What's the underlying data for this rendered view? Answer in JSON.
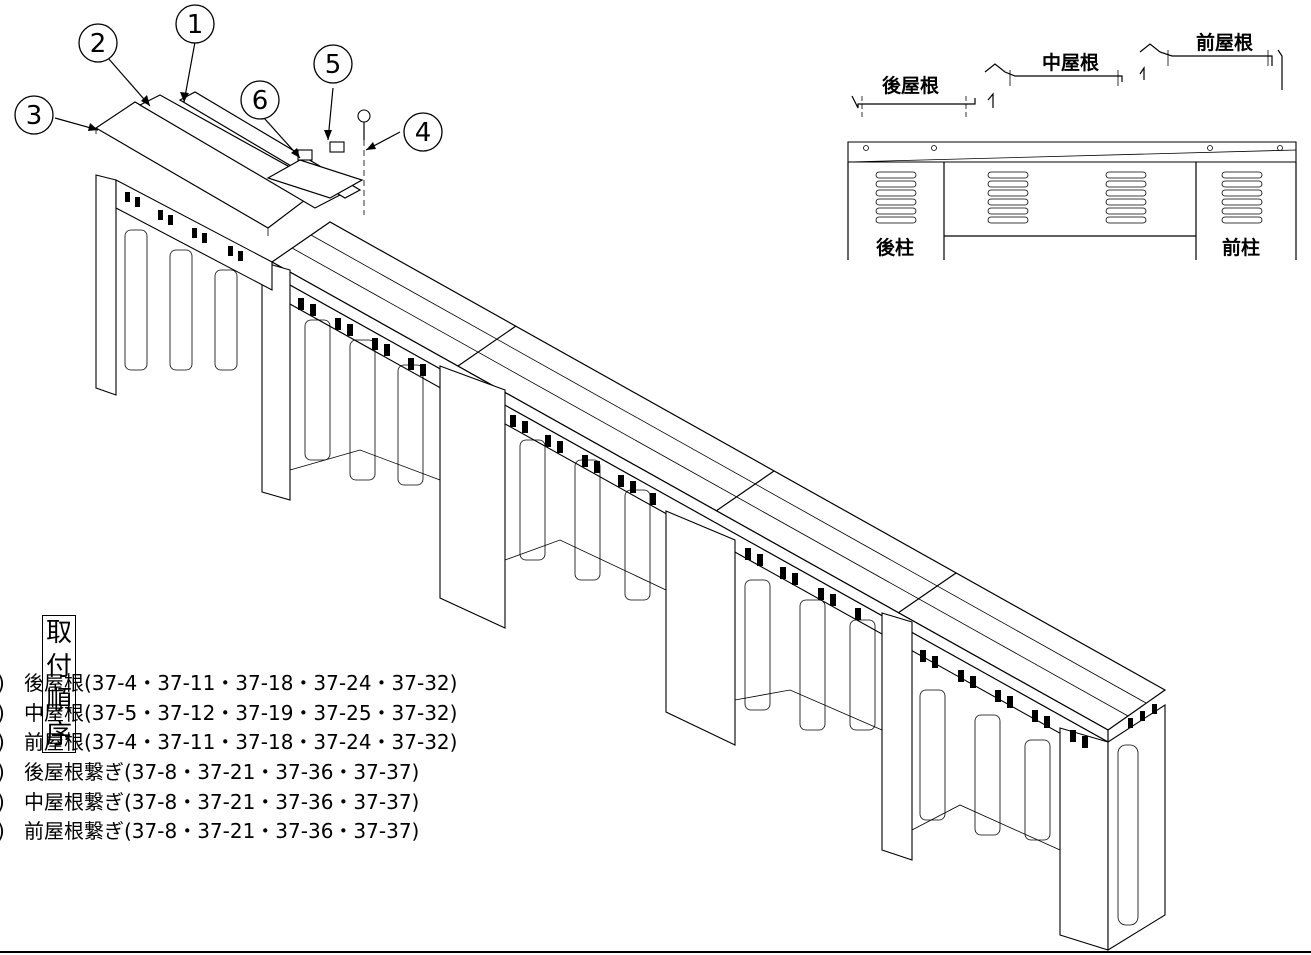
{
  "callouts": [
    {
      "num": "1"
    },
    {
      "num": "2"
    },
    {
      "num": "3"
    },
    {
      "num": "4"
    },
    {
      "num": "5"
    },
    {
      "num": "6"
    }
  ],
  "detail": {
    "rear_roof": "後屋根",
    "middle_roof": "中屋根",
    "front_roof": "前屋根",
    "rear_post": "後柱",
    "front_post": "前柱"
  },
  "order": {
    "title": "取付順序",
    "items": [
      "後屋根(37-4・37-11・37-18・37-24・37-32)",
      "中屋根(37-5・37-12・37-19・37-25・37-32)",
      "前屋根(37-4・37-11・37-18・37-24・37-32)",
      "後屋根繋ぎ(37-8・37-21・37-36・37-37)",
      "中屋根繋ぎ(37-8・37-21・37-36・37-37)",
      "前屋根繋ぎ(37-8・37-21・37-36・37-37)"
    ]
  }
}
